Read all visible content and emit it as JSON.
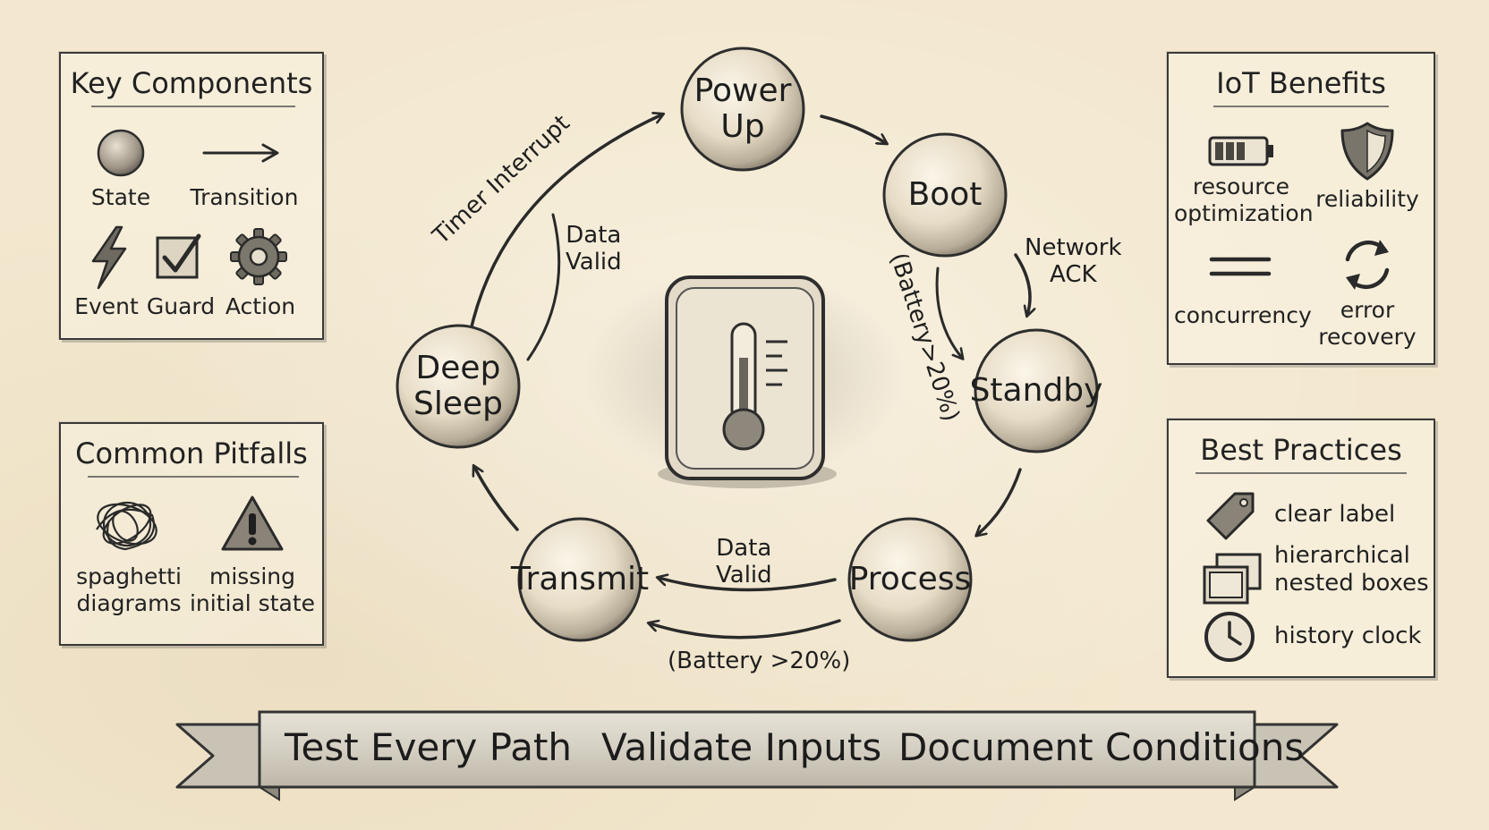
{
  "key_components": {
    "title": "Key Components",
    "items": [
      {
        "label": "State",
        "icon": "circle-state-icon"
      },
      {
        "label": "Transition",
        "icon": "arrow-icon"
      },
      {
        "label": "Event",
        "icon": "lightning-icon"
      },
      {
        "label": "Guard",
        "icon": "checkbox-icon"
      },
      {
        "label": "Action",
        "icon": "gear-icon"
      }
    ]
  },
  "common_pitfalls": {
    "title": "Common Pitfalls",
    "items": [
      {
        "label_line1": "spaghetti",
        "label_line2": "diagrams",
        "icon": "tangle-icon"
      },
      {
        "label_line1": "missing",
        "label_line2": "initial state",
        "icon": "warning-icon"
      }
    ]
  },
  "iot_benefits": {
    "title": "IoT Benefits",
    "items": [
      {
        "label_line1": "resource",
        "label_line2": "optimization",
        "icon": "battery-icon"
      },
      {
        "label_line1": "reliability",
        "label_line2": "",
        "icon": "shield-icon"
      },
      {
        "label_line1": "concurrency",
        "label_line2": "",
        "icon": "parallel-lines-icon"
      },
      {
        "label_line1": "error",
        "label_line2": "recovery",
        "icon": "refresh-icon"
      }
    ]
  },
  "best_practices": {
    "title": "Best Practices",
    "items": [
      {
        "label_line1": "clear label",
        "label_line2": "",
        "icon": "tag-icon"
      },
      {
        "label_line1": "hierarchical",
        "label_line2": "nested boxes",
        "icon": "nested-boxes-icon"
      },
      {
        "label_line1": "history clock",
        "label_line2": "",
        "icon": "clock-icon"
      }
    ]
  },
  "states": {
    "power_up": {
      "line1": "Power",
      "line2": "Up"
    },
    "boot": {
      "line1": "Boot"
    },
    "standby": {
      "line1": "Standby"
    },
    "process": {
      "line1": "Process"
    },
    "transmit": {
      "line1": "Transmit"
    },
    "deep_sleep": {
      "line1": "Deep",
      "line2": "Sleep"
    }
  },
  "transitions": {
    "network_ack": {
      "line1": "Network",
      "line2": "ACK"
    },
    "battery_boot_standby": "(Battery>20%)",
    "data_valid_process_transmit": {
      "line1": "Data",
      "line2": "Valid"
    },
    "battery_process_transmit": "(Battery >20%)",
    "timer_interrupt": "Timer Interrupt",
    "data_valid_sleep": {
      "line1": "Data",
      "line2": "Valid"
    }
  },
  "center_icon": "thermometer-sensor-icon",
  "banner": {
    "item1": "Test Every Path",
    "item2": "Validate Inputs",
    "item3": "Document Conditions"
  }
}
